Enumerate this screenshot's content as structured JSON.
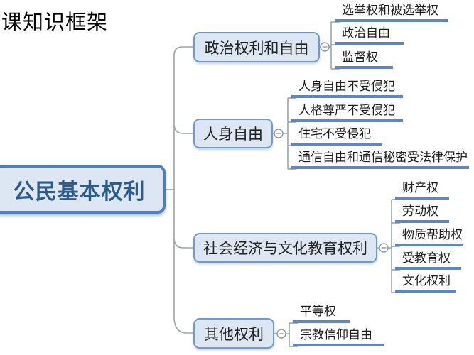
{
  "title": "课知识框架",
  "root": {
    "label": "公民基本权利"
  },
  "branches": [
    {
      "label": "政治权利和自由",
      "children": [
        "选举权和被选举权",
        "政治自由",
        "监督权"
      ]
    },
    {
      "label": "人身自由",
      "children": [
        "人身自由不受侵犯",
        "人格尊严不受侵犯",
        "住宅不受侵犯",
        "通信自由和通信秘密受法律保护"
      ]
    },
    {
      "label": "社会经济与文化教育权利",
      "children": [
        "财产权",
        "劳动权",
        "物质帮助权",
        "受教育权",
        "文化权利"
      ]
    },
    {
      "label": "其他权利",
      "children": [
        "平等权",
        "宗教信仰自由"
      ]
    }
  ],
  "icons": {
    "toggle": "minus-collapse-toggle"
  },
  "colors": {
    "node_fill": "#dce7f3",
    "branch_border": "#6f9bd0",
    "root_border": "#4b80c0",
    "root_text": "#2d5c8c",
    "leaf_underline": "#5f86bd",
    "connector_line": "#9aa3ae",
    "text": "#1f1f1f"
  }
}
